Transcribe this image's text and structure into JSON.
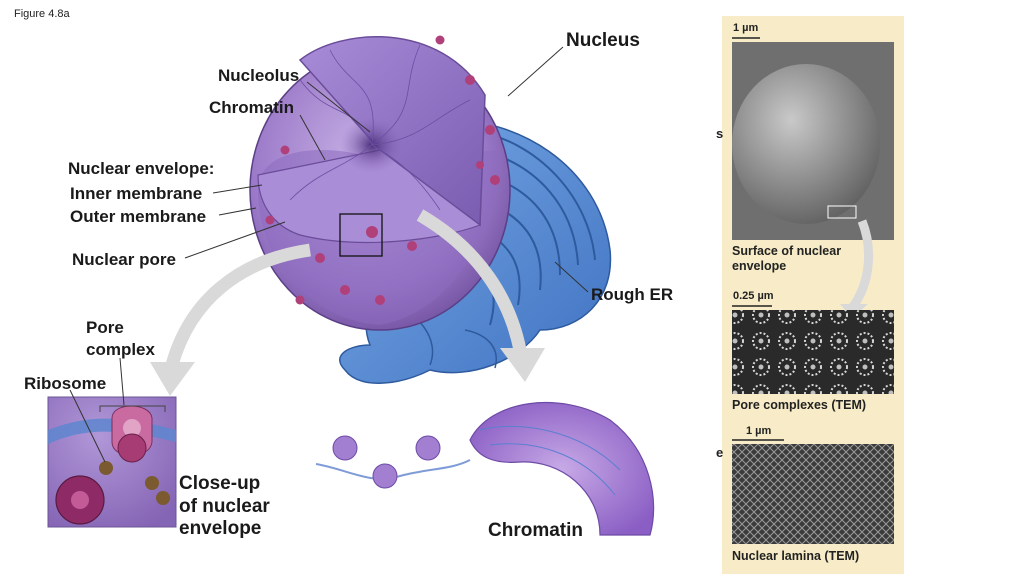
{
  "figure_label": "Figure 4.8a",
  "labels": {
    "nucleus": "Nucleus",
    "nucleolus": "Nucleolus",
    "chromatin": "Chromatin",
    "nuclear_envelope": "Nuclear envelope:",
    "inner_membrane": "Inner membrane",
    "outer_membrane": "Outer membrane",
    "nuclear_pore": "Nuclear pore",
    "rough_er": "Rough ER",
    "pore_complex_1": "Pore",
    "pore_complex_2": "complex",
    "ribosome": "Ribosome",
    "closeup_1": "Close-up",
    "closeup_2": "of nuclear",
    "closeup_3": "envelope",
    "chromatin_bottom": "Chromatin"
  },
  "micrographs": {
    "surface": {
      "scale": "1 µm",
      "caption_1": "Surface of nuclear",
      "caption_2": "envelope"
    },
    "pores": {
      "scale": "0.25 µm",
      "caption": "Pore complexes (TEM)"
    },
    "lamina": {
      "scale": "1 µm",
      "caption": "Nuclear lamina (TEM)"
    }
  },
  "edge_letters": [
    "s",
    "e"
  ],
  "colors": {
    "nucleus_purple": "#9a78c8",
    "er_blue": "#5b8fd6",
    "pore_magenta": "#b0407a",
    "panel_bg": "#f7ecc7"
  }
}
